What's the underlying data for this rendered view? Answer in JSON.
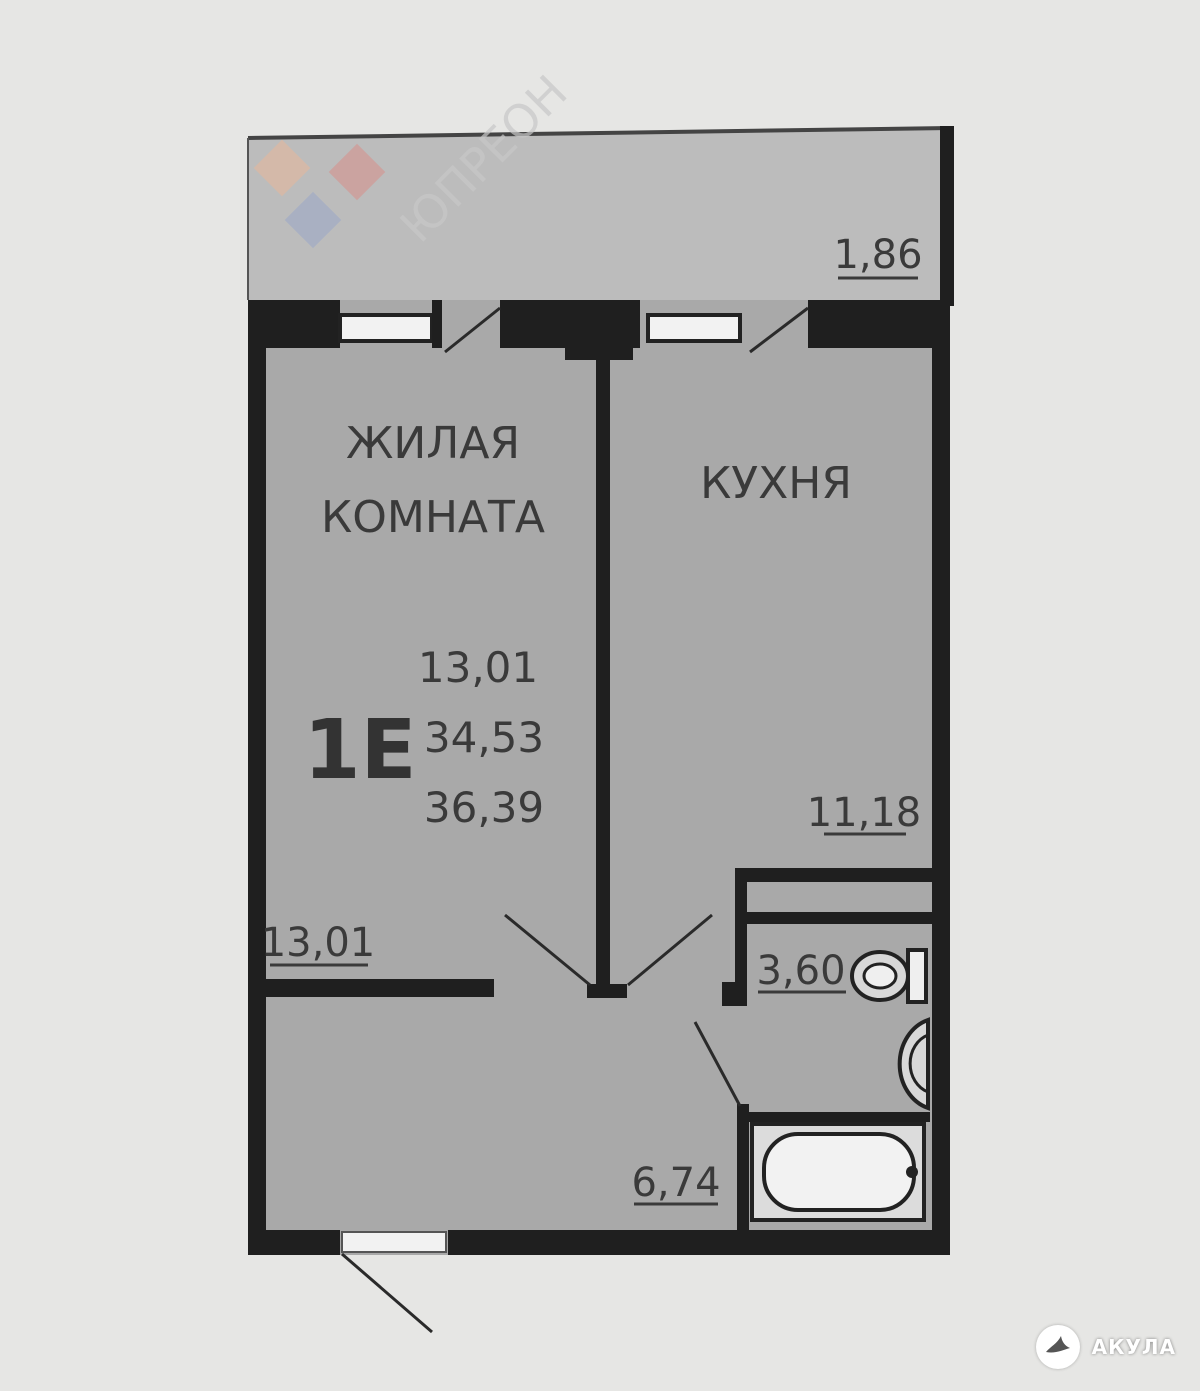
{
  "unit": {
    "code": "1Е",
    "living_area": "13,01",
    "total_area": "34,53",
    "total_with_balcony": "36,39"
  },
  "rooms": {
    "living_room": {
      "label_line1": "ЖИЛАЯ",
      "label_line2": "КОМНАТА",
      "area": "13,01"
    },
    "kitchen": {
      "label": "КУХНЯ",
      "area": "11,18"
    },
    "balcony": {
      "area": "1,86"
    },
    "bathroom": {
      "area": "3,60"
    },
    "hallway": {
      "area": "6,74"
    }
  },
  "watermark": {
    "text": "ЮПРЕОН"
  },
  "brand": {
    "text": "АКУЛА"
  },
  "colors": {
    "background": "#e6e6e4",
    "room_fill": "#a9a9a9",
    "balcony_fill": "#bcbcbc",
    "wall": "#1f1f1f"
  }
}
